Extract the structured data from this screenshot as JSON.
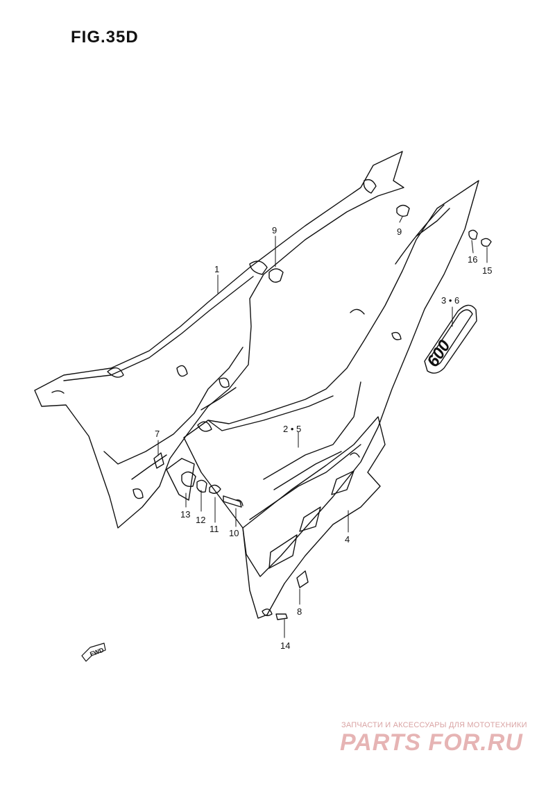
{
  "figure": {
    "title": "FIG.35D"
  },
  "callouts": [
    {
      "id": "c1",
      "text": "1"
    },
    {
      "id": "c9a",
      "text": "9"
    },
    {
      "id": "c9b",
      "text": "9"
    },
    {
      "id": "c16",
      "text": "16"
    },
    {
      "id": "c15",
      "text": "15"
    },
    {
      "id": "c36",
      "text": "3 • 6"
    },
    {
      "id": "c25",
      "text": "2 • 5"
    },
    {
      "id": "c7",
      "text": "7"
    },
    {
      "id": "c13",
      "text": "13"
    },
    {
      "id": "c12",
      "text": "12"
    },
    {
      "id": "c11",
      "text": "11"
    },
    {
      "id": "c10",
      "text": "10"
    },
    {
      "id": "c4",
      "text": "4"
    },
    {
      "id": "c8",
      "text": "8"
    },
    {
      "id": "c14",
      "text": "14"
    }
  ],
  "emblem": {
    "text": "600"
  },
  "fwd_marker": {
    "text": "FWD"
  },
  "watermark": {
    "tagline": "ЗАПЧАСТИ И АКСЕССУАРЫ ДЛЯ МОТОТЕХНИКИ",
    "logo": "PARTS FOR.RU"
  },
  "colors": {
    "line": "#111111",
    "watermark": "#e6b4b4"
  }
}
